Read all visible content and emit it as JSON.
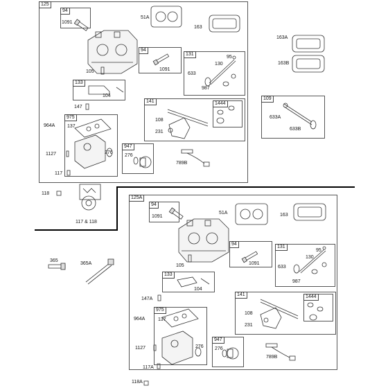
{
  "diagram": {
    "upper_kit": {
      "box_label": "125",
      "labels": {
        "p94a": "94",
        "p1091a": "1091",
        "p51a": "51A",
        "p163": "163",
        "p94b": "94",
        "p1091b": "1091",
        "p105": "105",
        "p131": "131",
        "p95": "95",
        "p130": "130",
        "p633": "633",
        "p987": "987",
        "p133": "133",
        "p104": "104",
        "p147": "147",
        "p141": "141",
        "p1444": "1444",
        "p108": "108",
        "p231": "231",
        "p975": "975",
        "p137": "137",
        "p964a": "964A",
        "p1127": "1127",
        "p117": "117",
        "p276": "276",
        "p947": "947",
        "p276b": "276",
        "p789b": "789B"
      }
    },
    "side_parts": {
      "p163a": "163A",
      "p163b": "163B",
      "p109": "109",
      "p633a": "633A",
      "p633b": "633B",
      "p118": "118",
      "p117and118": "117  & 118",
      "p365": "365",
      "p365a": "365A"
    },
    "lower_kit": {
      "box_label": "125A",
      "labels": {
        "p94a": "94",
        "p1091a": "1091",
        "p51a": "51A",
        "p163": "163",
        "p94b": "94",
        "p1091b": "1091",
        "p105": "105",
        "p131": "131",
        "p95": "95",
        "p130": "130",
        "p633": "633",
        "p987": "987",
        "p133": "133",
        "p104": "104",
        "p147a": "147A",
        "p141": "141",
        "p1444": "1444",
        "p108": "108",
        "p231": "231",
        "p975": "975",
        "p137": "137",
        "p964a": "964A",
        "p1127": "1127",
        "p117a": "117A",
        "p276": "276",
        "p947": "947",
        "p276b": "276",
        "p789b": "789B",
        "p118a": "118A"
      }
    }
  }
}
